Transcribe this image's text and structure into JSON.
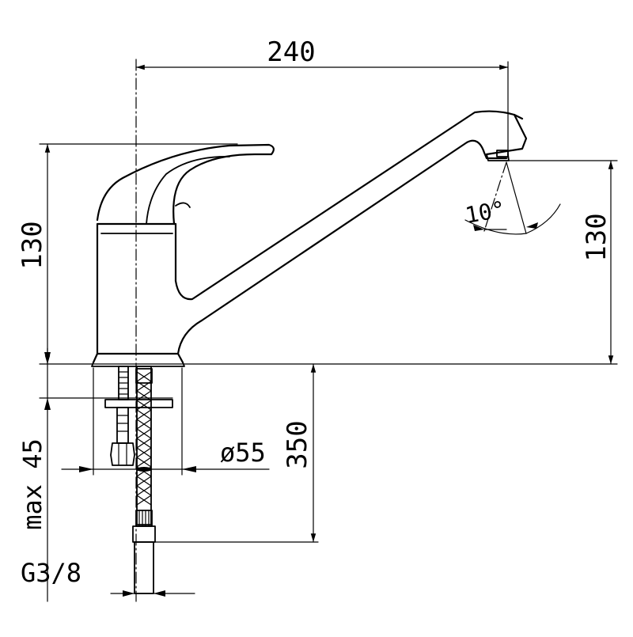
{
  "dimensions": {
    "width_label": "240",
    "left_height_label": "130",
    "right_height_label": "130",
    "hose_length_label": "350",
    "base_diameter_label": "ø55",
    "max_thickness_label": "max 45",
    "thread_label": "G3/8",
    "swivel_angle_label": "10°"
  }
}
